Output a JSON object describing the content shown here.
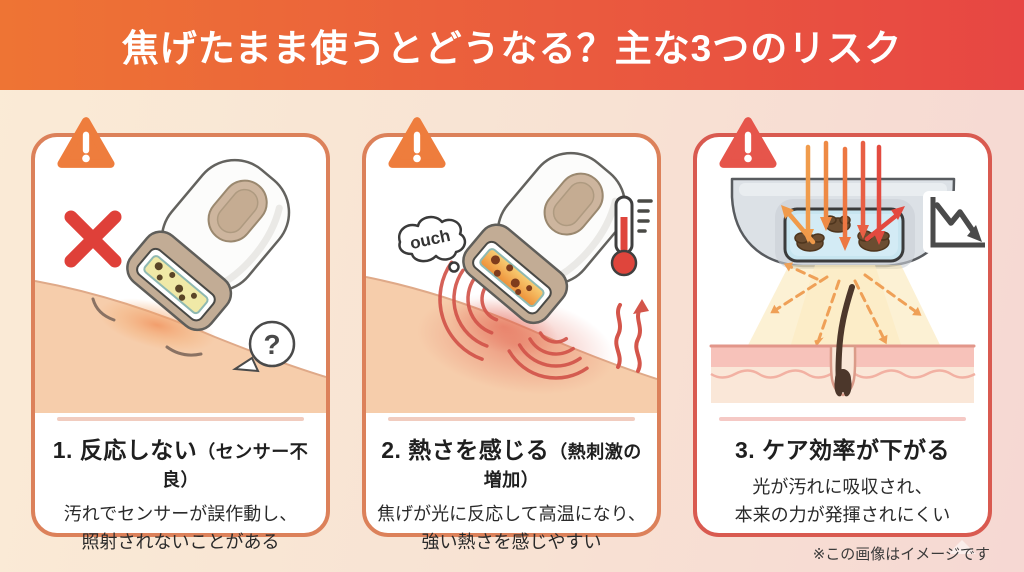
{
  "title": "焦げたまま使うとどうなる？主な3つのリスク",
  "footnote": "※この画像はイメージです",
  "colors": {
    "banner_left": "#EE7434",
    "banner_right": "#E74643",
    "background_left": "#FAEBD6",
    "background_right": "#F6D8D3",
    "card_border_orange": "#DC815A",
    "card_border_red": "#D95A50",
    "warning_triangle_orange": "#EE7D3D",
    "warning_triangle_red": "#E6554B",
    "x_mark_red": "#DF4039",
    "heat_red": "#D4554A",
    "skin": "#F6CDAB",
    "device_head": "#C2AC95",
    "lamp_dirty_yellow": "#F0E9A7",
    "lamp_hot_orange": "#F3A94E"
  },
  "panels": [
    {
      "heading_main": "1. 反応しない",
      "heading_sub": "（センサー不良）",
      "body_line1": "汚れでセンサーが誤作動し、",
      "body_line2": "照射されないことがある",
      "bubble_text": "?"
    },
    {
      "heading_main": "2. 熱さを感じる",
      "heading_sub": "（熱刺激の増加）",
      "body_line1": "焦げが光に反応して高温になり、",
      "body_line2": "強い熱さを感じやすい",
      "bubble_text": "ouch"
    },
    {
      "heading_main": "3. ケア効率が下がる",
      "heading_sub": "",
      "body_line1": "光が汚れに吸収され、",
      "body_line2": "本来の力が発揮されにくい"
    }
  ]
}
